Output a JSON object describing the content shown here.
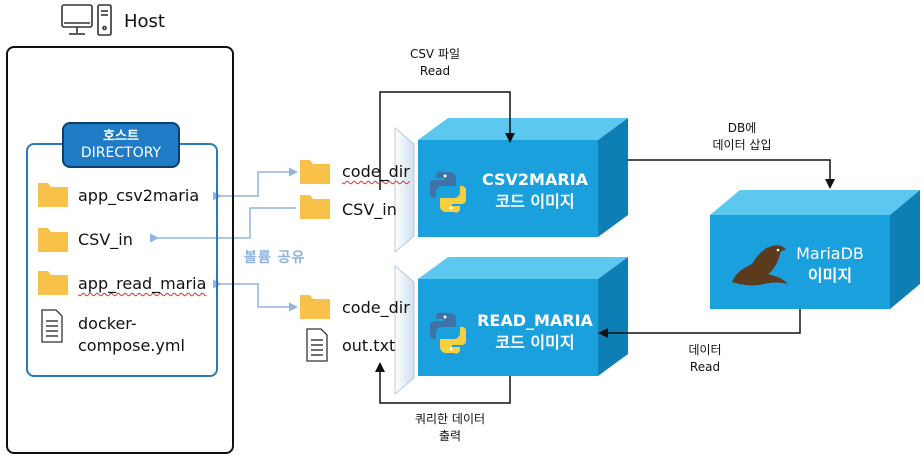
{
  "host": {
    "title": "Host"
  },
  "host_directory": {
    "label_line1": "호스트",
    "label_line2": "DIRECTORY",
    "items": [
      "app_csv2maria",
      "CSV_in",
      "app_read_maria"
    ],
    "file_line1": "docker-",
    "file_line2": "compose.yml"
  },
  "volume_share": "볼륨 공유",
  "container1": {
    "folders": [
      "code_dir",
      "CSV_in"
    ],
    "line1": "CSV2MARIA",
    "line2": "코드 이미지"
  },
  "container2": {
    "folders": [
      "code_dir"
    ],
    "file": "out.txt",
    "line1": "READ_MARIA",
    "line2": "코드 이미지"
  },
  "mariadb": {
    "line1": "MariaDB",
    "line2": "이미지"
  },
  "labels": {
    "csv_read_1": "CSV 파일",
    "csv_read_2": "Read",
    "db_insert_1": "DB에",
    "db_insert_2": "데이터 삽입",
    "data_read_1": "데이터",
    "data_read_2": "Read",
    "query_out_1": "쿼리한 데이터",
    "query_out_2": "출력"
  },
  "colors": {
    "cube_front": "#1aa0dc",
    "cube_top": "#5cc8ef",
    "cube_side": "#0e7fb5",
    "folder": "#f7c14a",
    "directory_label": "#1f7bc6",
    "volume_text": "#8fb4df"
  }
}
